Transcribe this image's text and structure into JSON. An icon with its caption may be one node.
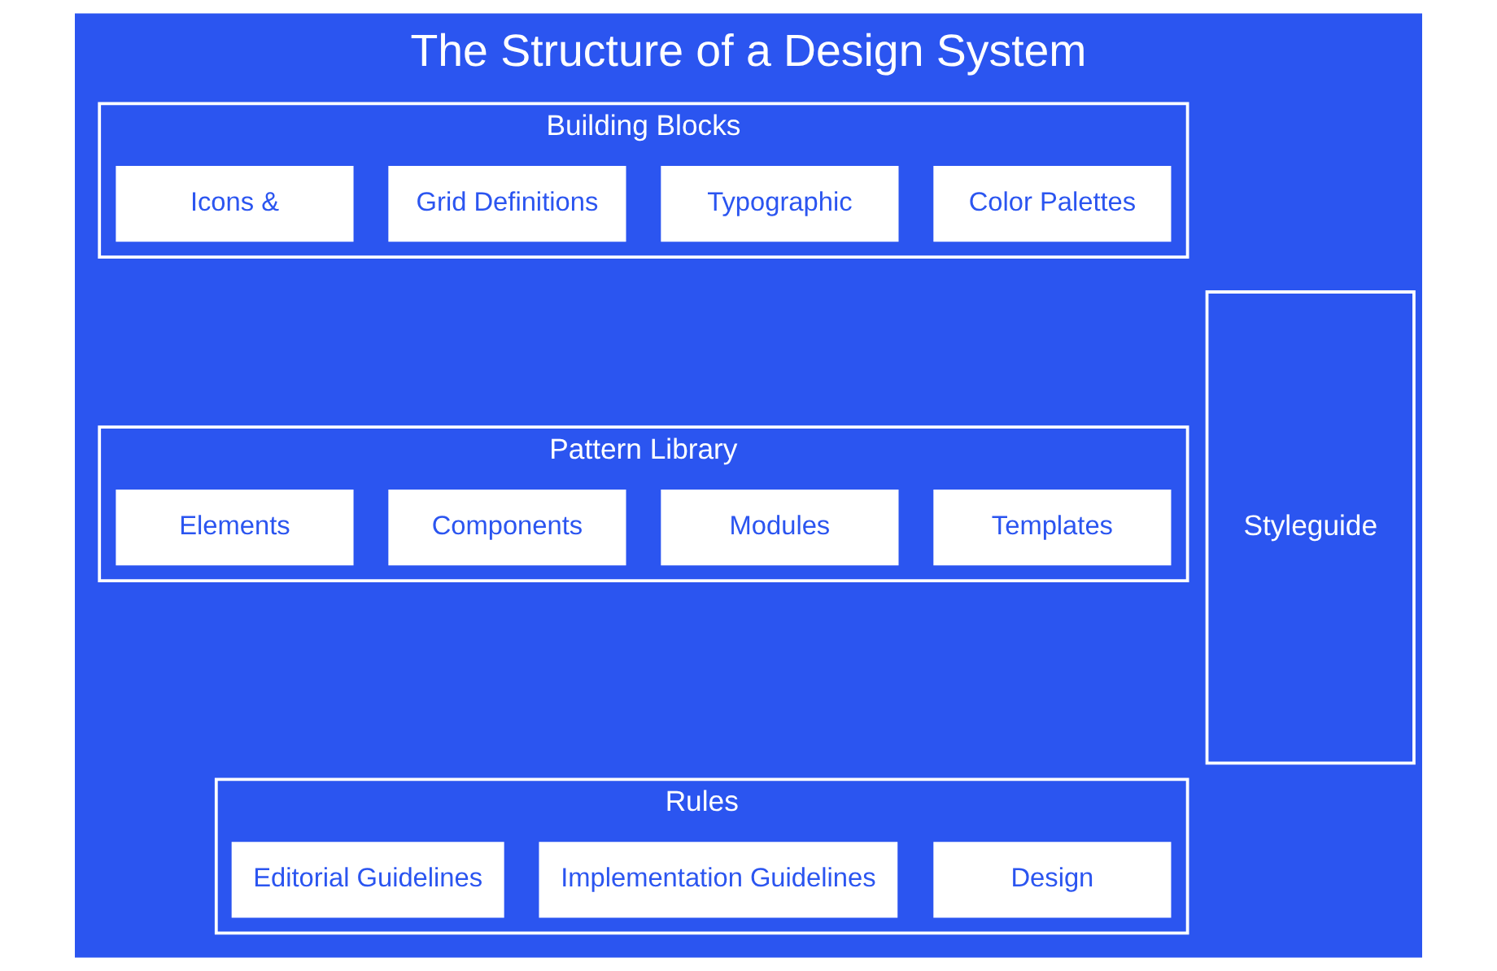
{
  "diagram": {
    "title": "The Structure of a Design System",
    "nodes": [
      {
        "text": [
          "Building Blocks"
        ]
      },
      {
        "text": [
          "Color Palettes"
        ],
        "in": 0
      },
      {
        "text": [
          "Typographic"
        ],
        "in": 0
      },
      {
        "text": [
          "Grid Definitions"
        ],
        "in": 0
      },
      {
        "text": [
          "Icons &"
        ],
        "in": 0
      },
      {
        "text": [
          "Pattern Library"
        ]
      },
      {
        "text": [
          "Templates"
        ],
        "in": 5
      },
      {
        "text": [
          "Modules"
        ],
        "in": 5
      },
      {
        "text": [
          "Components"
        ],
        "in": 5
      },
      {
        "text": [
          "Elements"
        ],
        "in": 5
      },
      {
        "text": [
          "Rules"
        ]
      },
      {
        "text": [
          "Design"
        ],
        "in": 10
      },
      {
        "text": [
          "Implementation Guidelines"
        ],
        "in": 10
      },
      {
        "text": [
          "Editorial Guidelines"
        ],
        "in": 10
      },
      {
        "text": [
          "Styleguide"
        ]
      }
    ]
  }
}
